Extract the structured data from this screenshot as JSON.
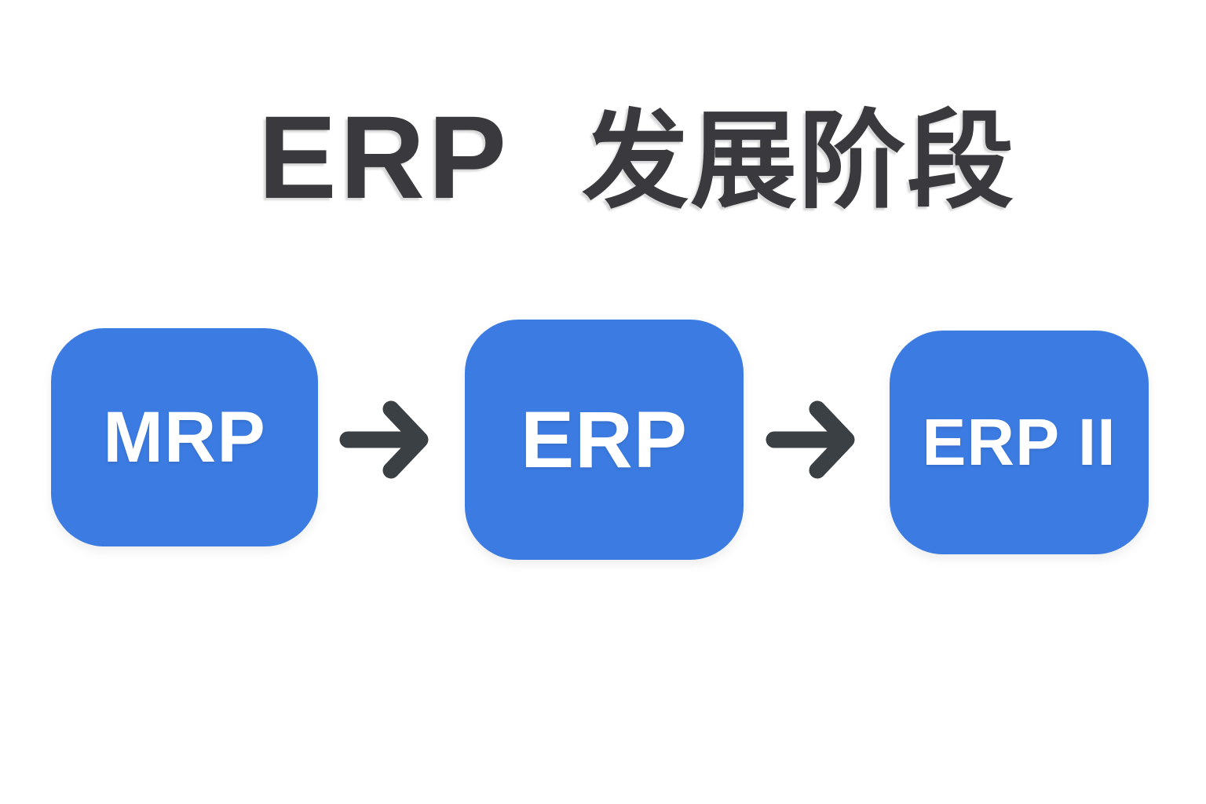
{
  "title": {
    "part_latin": "ERP",
    "part_cjk": "发展阶段"
  },
  "diagram": {
    "type": "flow",
    "direction": "left-to-right",
    "stages": [
      {
        "label": "MRP"
      },
      {
        "label": "ERP"
      },
      {
        "label": "ERP II"
      }
    ],
    "connectors": [
      {
        "from": "MRP",
        "to": "ERP",
        "icon": "arrow-right-icon"
      },
      {
        "from": "ERP",
        "to": "ERP II",
        "icon": "arrow-right-icon"
      }
    ]
  },
  "colors": {
    "background": "#ffffff",
    "box_fill": "#3c7ce2",
    "box_text": "#ffffff",
    "arrow": "#3b4044",
    "title": "#3a3a3e"
  }
}
